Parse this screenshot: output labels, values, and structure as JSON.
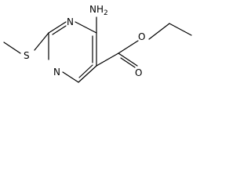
{
  "structure": {
    "atoms": {
      "amino": "NH",
      "amino_subscript": "2",
      "ring_n_top": "N",
      "ring_n_bottom": "N",
      "sulfur": "S",
      "ether_oxygen": "O",
      "carbonyl_oxygen": "O"
    }
  },
  "colors": {
    "bond": "#000000",
    "background": "#ffffff"
  }
}
